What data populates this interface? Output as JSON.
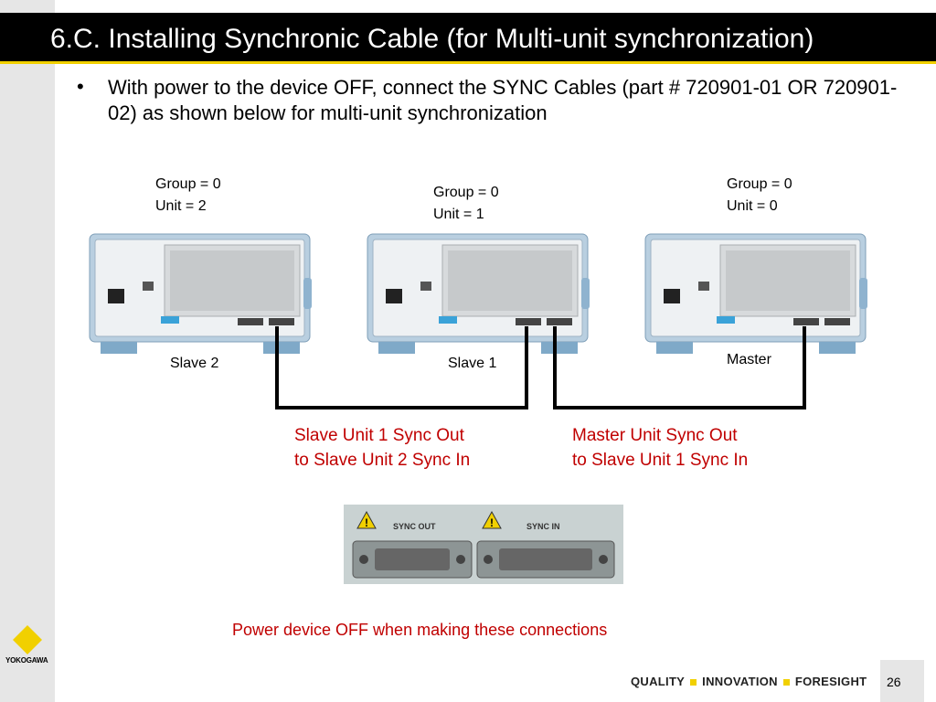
{
  "slide": {
    "title": "6.C. Installing Synchronic Cable (for Multi-unit synchronization)",
    "bullet_symbol": "•",
    "bullet_text": "With power to the device OFF, connect the SYNC Cables (part # 720901-01 OR 720901-02) as shown below for multi-unit synchronization",
    "units": [
      {
        "group_unit": "Group = 0\nUnit = 2",
        "name": "Slave 2"
      },
      {
        "group_unit": "Group = 0\nUnit = 1",
        "name": "Slave 1"
      },
      {
        "group_unit": "Group = 0\nUnit = 0",
        "name": "Master"
      }
    ],
    "connections": [
      {
        "label": "Slave Unit 1 Sync Out\nto Slave Unit 2 Sync In"
      },
      {
        "label": "Master Unit Sync Out\nto Slave Unit 1 Sync In"
      }
    ],
    "closeup_labels": {
      "sync_out": "SYNC OUT",
      "sync_in": "SYNC IN"
    },
    "warning": "Power device OFF when making these connections",
    "footer": {
      "logo_text": "YOKOGAWA",
      "slogan": [
        "QUALITY",
        "INNOVATION",
        "FORESIGHT"
      ],
      "page_number": "26"
    },
    "colors": {
      "accent_yellow": "#f1d000",
      "warning_red": "#c00000",
      "cable_black": "#000000"
    }
  }
}
